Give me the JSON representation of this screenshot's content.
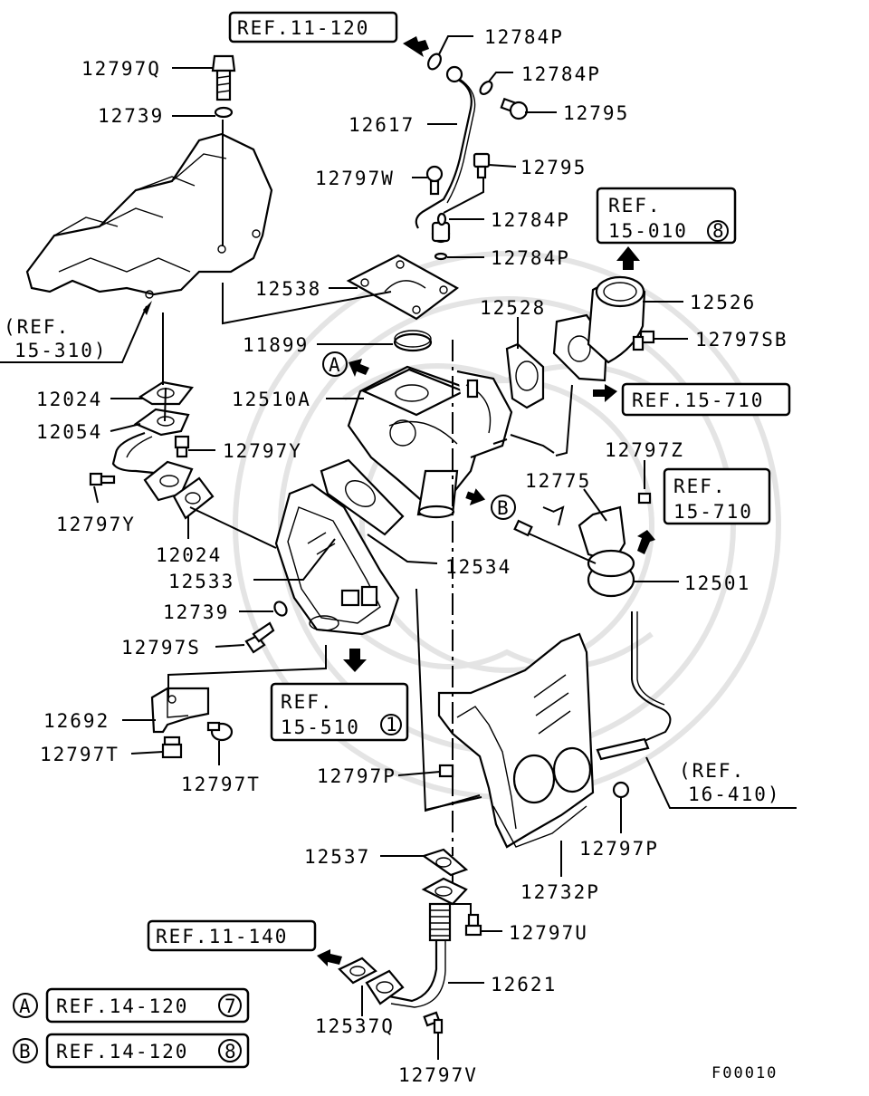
{
  "diagram": {
    "code": "F00010",
    "labels": {
      "p12784P_a": "12784P",
      "p12797Q": "12797Q",
      "p12784P_b": "12784P",
      "p12739_top": "12739",
      "p12795_a": "12795",
      "p12617": "12617",
      "p12797W": "12797W",
      "p12795_b": "12795",
      "p12784P_c": "12784P",
      "p12784P_d": "12784P",
      "p12538": "12538",
      "p12526": "12526",
      "p12528": "12528",
      "p12797SB": "12797SB",
      "p11899": "11899",
      "p12024_top": "12024",
      "p12510A": "12510A",
      "p12054": "12054",
      "p12797Y_right": "12797Y",
      "p12797Z": "12797Z",
      "p12775": "12775",
      "p12797Y_left": "12797Y",
      "p12024_bottom": "12024",
      "p12534": "12534",
      "p12533": "12533",
      "p12501": "12501",
      "p12739_bottom": "12739",
      "p12797S": "12797S",
      "p12692": "12692",
      "p12797T_left": "12797T",
      "p12797T_right": "12797T",
      "p12797P_left": "12797P",
      "p12797P_right": "12797P",
      "p12537": "12537",
      "p12732P": "12732P",
      "p12797U": "12797U",
      "p12621": "12621",
      "p12537Q": "12537Q",
      "p12797V": "12797V"
    },
    "refs": {
      "ref_11_120": "REF.11-120",
      "ref_15_010_l1": "REF.",
      "ref_15_010_l2": "15-010",
      "ref_15_010_circ": "8",
      "ref_15_310_l1": "(REF.",
      "ref_15_310_l2": "15-310)",
      "ref_15_710_a": "REF.15-710",
      "ref_15_710_b_l1": "REF.",
      "ref_15_710_b_l2": "15-710",
      "ref_15_510_l1": "REF.",
      "ref_15_510_l2": "15-510",
      "ref_15_510_circ": "1",
      "ref_16_410_l1": "(REF.",
      "ref_16_410_l2": "16-410)",
      "ref_11_140": "REF.11-140",
      "marker_a": "A",
      "marker_b": "B"
    },
    "legend": [
      {
        "marker": "A",
        "ref": "REF.14-120",
        "circle": "7"
      },
      {
        "marker": "B",
        "ref": "REF.14-120",
        "circle": "8"
      }
    ]
  }
}
